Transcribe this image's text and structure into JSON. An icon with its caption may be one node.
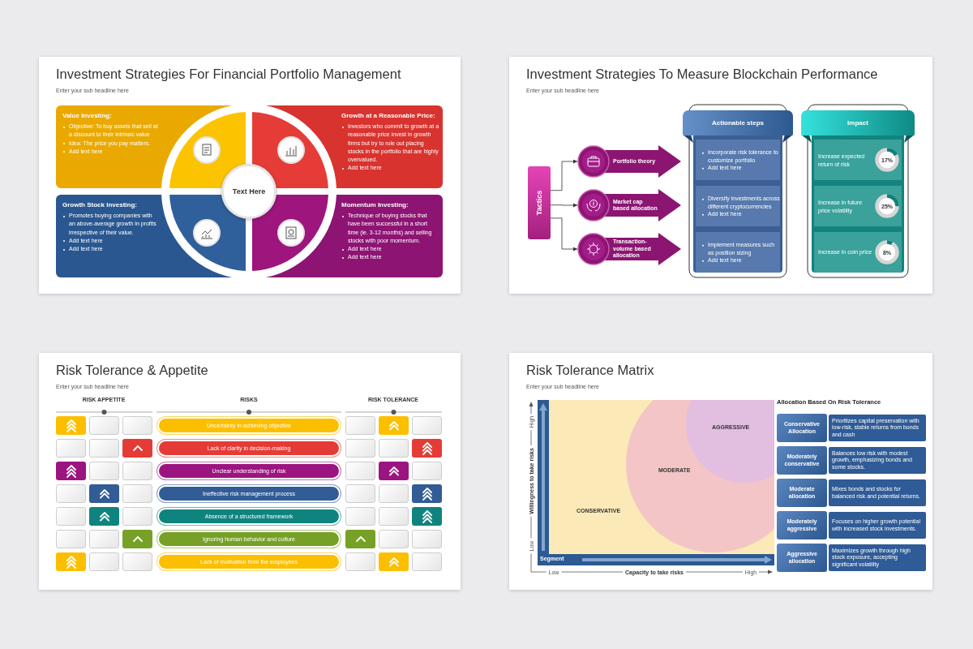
{
  "diagram": {
    "nodes": [
      {
        "text": [
          "Investment Strategies For Financial Portfolio Management",
          "Enter your sub headline here"
        ]
      },
      {
        "text": [
          "Value Investing:",
          "Objective: To buy assets that sell at a discount to their intrinsic value",
          "Idea: The price you pay matters.",
          "Add text here"
        ],
        "in": 0
      },
      {
        "text": [
          "Growth at a Reasonable Price:",
          "Investors who commit to growth at a reasonable price invest in growth firms but try to rule out placing stocks in the portfolio that are highly overvalued.",
          "Add text here"
        ],
        "in": 0
      },
      {
        "text": [
          "Growth Stock Investing:",
          "Promotes buying companies with an above-average growth in profits irrespective of their value.",
          "Add text here",
          "Add text here"
        ],
        "in": 0
      },
      {
        "text": [
          "Momentum Investing:",
          "Technique of buying stocks that have been successful in a short time (ie. 3-12 months) and selling stocks with poor momentum.",
          "Add text here",
          "Add text here"
        ],
        "in": 0
      },
      {
        "text": [
          "Text Here"
        ],
        "in": 0
      },
      {
        "text": [
          "Investment Strategies To Measure Blockchain Performance",
          "Enter your sub headline here"
        ]
      },
      {
        "text": [
          "Tactics"
        ],
        "in": 6
      },
      {
        "text": [
          "Portfolio theory"
        ],
        "in": 6
      },
      {
        "text": [
          "Market cap based allocation"
        ],
        "in": 6
      },
      {
        "text": [
          "Transaction-volume based allocation"
        ],
        "in": 6
      },
      {
        "text": [
          "Actionable steps"
        ],
        "in": 6
      },
      {
        "text": [
          "Incorporate risk tolerance to customize portfolio",
          "Add text here"
        ],
        "in": 11
      },
      {
        "text": [
          "Diversify investments across different cryptocurrencies",
          "Add text here"
        ],
        "in": 11
      },
      {
        "text": [
          "Implement measures such as position sizing",
          "Add text here"
        ],
        "in": 11
      },
      {
        "text": [
          "Impact"
        ],
        "in": 6
      },
      {
        "text": [
          "Increase expected return of risk",
          "17%"
        ],
        "in": 15
      },
      {
        "text": [
          "Increase in future price volatility",
          "25%"
        ],
        "in": 15
      },
      {
        "text": [
          "Increase in coin price",
          "8%"
        ],
        "in": 15
      },
      {
        "text": [
          "Risk Tolerance & Appetite",
          "Enter your sub headline here"
        ]
      },
      {
        "text": [
          "Uncertainty in achieving objective"
        ],
        "in": 19
      },
      {
        "text": [
          "Lack of clarity in decision-making"
        ],
        "in": 19
      },
      {
        "text": [
          "Unclear understanding of risk"
        ],
        "in": 19
      },
      {
        "text": [
          "Ineffective risk management process"
        ],
        "in": 19
      },
      {
        "text": [
          "Absence of a structured framework"
        ],
        "in": 19
      },
      {
        "text": [
          "Ignoring human behavior and culture"
        ],
        "in": 19
      },
      {
        "text": [
          "Lack of motivation from the employees"
        ],
        "in": 19
      },
      {
        "text": [
          "Risk Tolerance Matrix",
          "Enter your sub headline here"
        ]
      },
      {
        "text": [
          "CONSERVATIVE"
        ],
        "in": 27
      },
      {
        "text": [
          "MODERATE"
        ],
        "in": 28
      },
      {
        "text": [
          "AGGRESSIVE"
        ],
        "in": 29
      },
      {
        "text": [
          "Conservative Allocation",
          "Prioritizes capital preservation with low-risk, stable returns from bonds and cash"
        ],
        "in": 27
      },
      {
        "text": [
          "Moderately conservative",
          "Balances low risk with modest growth, emphasizing bonds and some stocks."
        ],
        "in": 27
      },
      {
        "text": [
          "Moderate allocation",
          "Mixes bonds and stocks for balanced risk and potential returns."
        ],
        "in": 27
      },
      {
        "text": [
          "Moderately aggressive",
          "Focuses on higher growth potential with increased stock investments."
        ],
        "in": 27
      },
      {
        "text": [
          "Aggressive allocation",
          "Maximizes growth through high stock exposure, accepting significant volatility"
        ],
        "in": 27
      }
    ],
    "edges": [
      {
        "from": 7,
        "to": 8,
        "arrow": "to"
      },
      {
        "from": 7,
        "to": 9,
        "arrow": "to"
      },
      {
        "from": 7,
        "to": 10,
        "arrow": "to"
      }
    ],
    "labels": [
      "RISK APPETITE",
      "RISKS",
      "RISK TOLERANCE",
      "High",
      "Willingness to take risks",
      "Low",
      "Segment",
      "Low",
      "Capacity to take risks",
      "High",
      "Allocation Based On Risk Tolerance"
    ]
  }
}
